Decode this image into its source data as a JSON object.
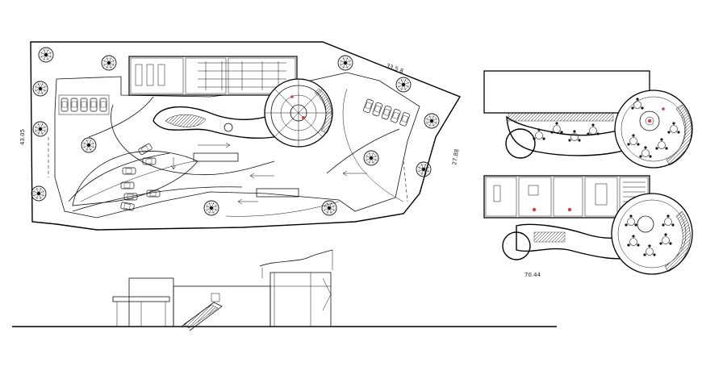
{
  "drawing": {
    "site_plan": {
      "dimensions": {
        "top": "33.5 8",
        "left": "43.05",
        "right": "27.88"
      }
    },
    "floor_plans": {
      "dimension_bottom": "70.44"
    },
    "colors": {
      "line": "#111111",
      "accent": "#e53935",
      "background": "#ffffff"
    }
  }
}
